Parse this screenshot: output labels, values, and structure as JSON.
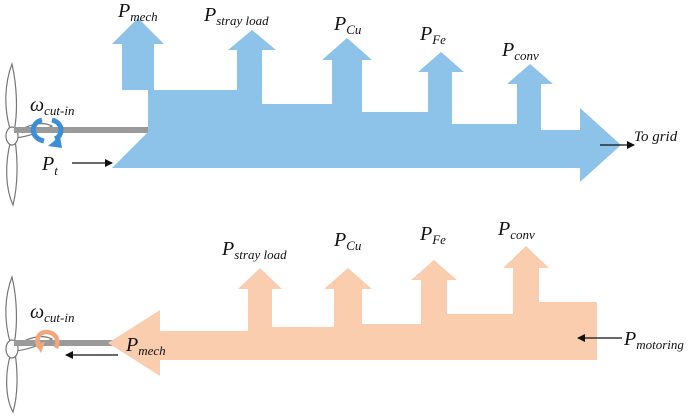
{
  "colors": {
    "generating_flow": "#8DC3E8",
    "motoring_flow": "#FBCDAF",
    "shaft": "#9a9a9a",
    "rotation_arrow_top": "#3C8FD6",
    "rotation_arrow_bottom": "#F2A67C"
  },
  "top_panel": {
    "omega_main": "ω",
    "omega_sub": "cut-in",
    "input_label": {
      "main": "P",
      "sub": "t"
    },
    "loss_labels": [
      {
        "main": "P",
        "sub": "mech"
      },
      {
        "main": "P",
        "sub": "stray load"
      },
      {
        "main": "P",
        "sub": "Cu"
      },
      {
        "main": "P",
        "sub": "Fe"
      },
      {
        "main": "P",
        "sub": "conv"
      }
    ],
    "output_label": "To grid"
  },
  "bottom_panel": {
    "omega_main": "ω",
    "omega_sub": "cut-in",
    "output_label": {
      "main": "P",
      "sub": "mech"
    },
    "input_label": {
      "main": "P",
      "sub": "motoring"
    },
    "loss_labels": [
      {
        "main": "P",
        "sub": "stray load"
      },
      {
        "main": "P",
        "sub": "Cu"
      },
      {
        "main": "P",
        "sub": "Fe"
      },
      {
        "main": "P",
        "sub": "conv"
      }
    ]
  }
}
